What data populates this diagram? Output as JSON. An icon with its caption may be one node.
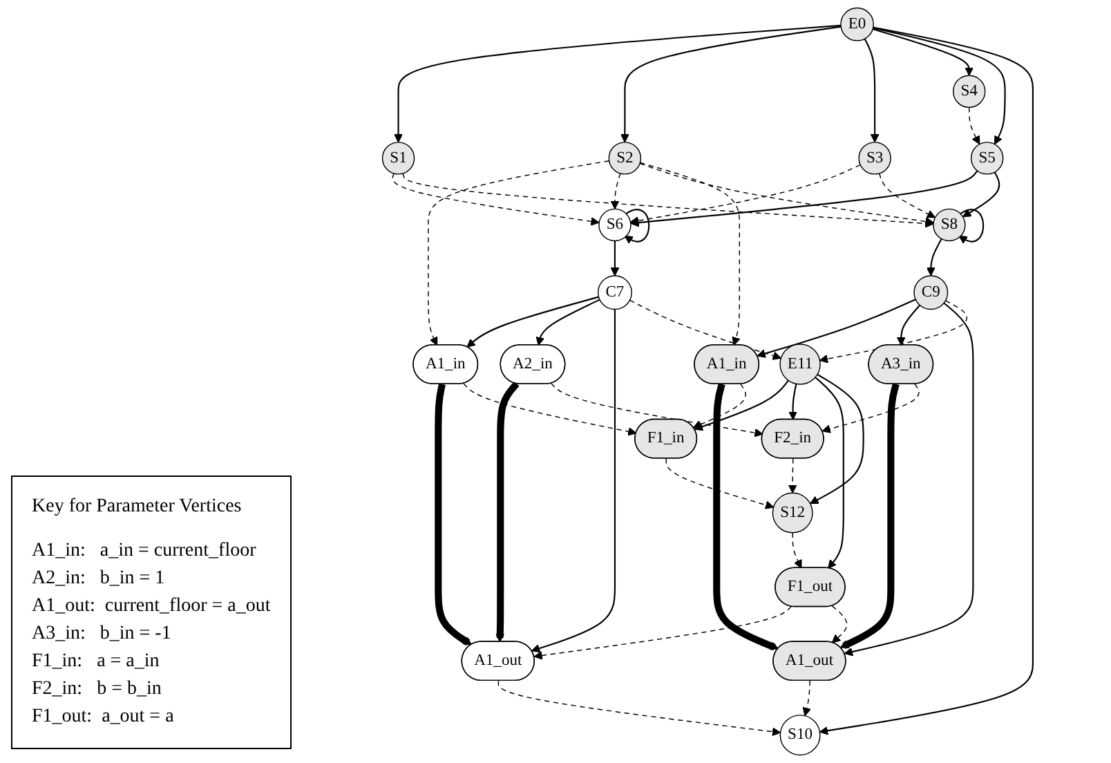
{
  "diagram": {
    "nodes": [
      {
        "text": [
          "E0"
        ]
      },
      {
        "text": [
          "S1"
        ]
      },
      {
        "text": [
          "S2"
        ]
      },
      {
        "text": [
          "S3"
        ]
      },
      {
        "text": [
          "S4"
        ]
      },
      {
        "text": [
          "S10"
        ]
      },
      {
        "text": [
          "S5"
        ]
      },
      {
        "text": [
          "S6"
        ]
      },
      {
        "text": [
          "S8"
        ]
      },
      {
        "text": [
          "C7"
        ]
      },
      {
        "text": [
          "C9"
        ]
      },
      {
        "text": [
          "A1_in"
        ]
      },
      {
        "text": [
          "A2_in"
        ]
      },
      {
        "text": [
          "A1_out"
        ]
      },
      {
        "text": [
          "A1_in"
        ]
      },
      {
        "text": [
          "A3_in"
        ]
      },
      {
        "text": [
          "A1_out"
        ]
      },
      {
        "text": [
          "E11"
        ]
      },
      {
        "text": [
          "F1_in"
        ]
      },
      {
        "text": [
          "F2_in"
        ]
      },
      {
        "text": [
          "F1_out"
        ]
      },
      {
        "text": [
          "S12"
        ]
      }
    ],
    "edges": [
      {
        "from": 0,
        "to": 1,
        "arrow": "to"
      },
      {
        "from": 0,
        "to": 2,
        "arrow": "to"
      },
      {
        "from": 0,
        "to": 3,
        "arrow": "to"
      },
      {
        "from": 0,
        "to": 4,
        "arrow": "to"
      },
      {
        "from": 0,
        "to": 6,
        "arrow": "to"
      },
      {
        "from": 0,
        "to": 5,
        "arrow": "to"
      },
      {
        "from": 6,
        "to": 7,
        "arrow": "to"
      },
      {
        "from": 6,
        "to": 8,
        "arrow": "to"
      },
      {
        "from": 7,
        "to": 7,
        "arrow": "to"
      },
      {
        "from": 8,
        "to": 8,
        "arrow": "to"
      },
      {
        "from": 7,
        "to": 9,
        "arrow": "to"
      },
      {
        "from": 8,
        "to": 10,
        "arrow": "to"
      },
      {
        "from": 9,
        "to": 11,
        "arrow": "to"
      },
      {
        "from": 9,
        "to": 12,
        "arrow": "to"
      },
      {
        "from": 9,
        "to": 13,
        "arrow": "to"
      },
      {
        "from": 10,
        "to": 14,
        "arrow": "to"
      },
      {
        "from": 10,
        "to": 15,
        "arrow": "to"
      },
      {
        "from": 10,
        "to": 16,
        "arrow": "to"
      },
      {
        "from": 11,
        "to": 13,
        "arrow": "to",
        "style": "thick"
      },
      {
        "from": 12,
        "to": 13,
        "arrow": "to",
        "style": "thick"
      },
      {
        "from": 14,
        "to": 16,
        "arrow": "to",
        "style": "thick"
      },
      {
        "from": 15,
        "to": 16,
        "arrow": "to",
        "style": "thick"
      },
      {
        "from": 1,
        "to": 7,
        "arrow": "to",
        "style": "dashed"
      },
      {
        "from": 1,
        "to": 8,
        "arrow": "to",
        "style": "dashed"
      },
      {
        "from": 2,
        "to": 11,
        "arrow": "to",
        "style": "dashed"
      },
      {
        "from": 2,
        "to": 7,
        "arrow": "to",
        "style": "dashed"
      },
      {
        "from": 2,
        "to": 8,
        "arrow": "to",
        "style": "dashed"
      },
      {
        "from": 2,
        "to": 14,
        "arrow": "to",
        "style": "dashed"
      },
      {
        "from": 3,
        "to": 7,
        "arrow": "to",
        "style": "dashed"
      },
      {
        "from": 3,
        "to": 8,
        "arrow": "to",
        "style": "dashed"
      },
      {
        "from": 4,
        "to": 6,
        "arrow": "to",
        "style": "dashed"
      },
      {
        "from": 13,
        "to": 5,
        "arrow": "to",
        "style": "dashed"
      },
      {
        "from": 16,
        "to": 5,
        "arrow": "to",
        "style": "dashed"
      },
      {
        "from": 9,
        "to": 17,
        "arrow": "to",
        "style": "dashed"
      },
      {
        "from": 10,
        "to": 17,
        "arrow": "to",
        "style": "dashed"
      },
      {
        "from": 11,
        "to": 18,
        "arrow": "to",
        "style": "dashed"
      },
      {
        "from": 12,
        "to": 19,
        "arrow": "to",
        "style": "dashed"
      },
      {
        "from": 20,
        "to": 13,
        "arrow": "to",
        "style": "dashed"
      },
      {
        "from": 14,
        "to": 18,
        "arrow": "to",
        "style": "dashed"
      },
      {
        "from": 15,
        "to": 19,
        "arrow": "to",
        "style": "dashed"
      },
      {
        "from": 20,
        "to": 16,
        "arrow": "to",
        "style": "dashed"
      },
      {
        "from": 17,
        "to": 18,
        "arrow": "to"
      },
      {
        "from": 17,
        "to": 19,
        "arrow": "to"
      },
      {
        "from": 17,
        "to": 20,
        "arrow": "to"
      },
      {
        "from": 17,
        "to": 21,
        "arrow": "to"
      },
      {
        "from": 18,
        "to": 21,
        "arrow": "to",
        "style": "dashed"
      },
      {
        "from": 19,
        "to": 21,
        "arrow": "to",
        "style": "dashed"
      },
      {
        "from": 21,
        "to": 20,
        "arrow": "to",
        "style": "dashed"
      }
    ],
    "labels": [
      "Key for Parameter Vertices",
      "A1_in:   a_in = current_floor",
      "A2_in:   b_in = 1",
      "A1_out:  current_floor = a_out",
      "A3_in:   b_in = -1",
      "F1_in:   a = a_in",
      "F2_in:   b = b_in",
      "F1_out:  a_out = a"
    ]
  }
}
